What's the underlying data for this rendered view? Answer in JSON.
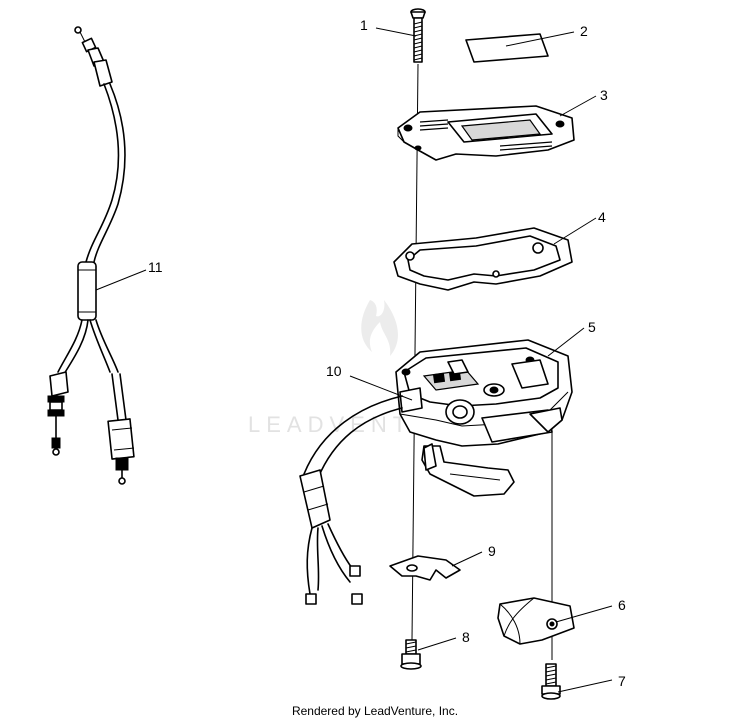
{
  "callouts": {
    "c1": "1",
    "c2": "2",
    "c3": "3",
    "c4": "4",
    "c5": "5",
    "c6": "6",
    "c7": "7",
    "c8": "8",
    "c9": "9",
    "c10": "10",
    "c11": "11"
  },
  "watermark": {
    "text": "LEADVENTURE"
  },
  "footer": {
    "text": "Rendered by LeadVenture, Inc."
  }
}
